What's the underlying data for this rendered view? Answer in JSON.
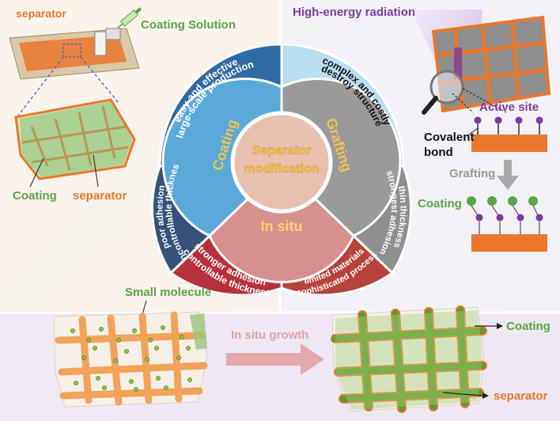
{
  "center": {
    "line1": "Separator",
    "line2": "modification"
  },
  "inner": {
    "coating": "Coating",
    "grafting": "Grafting",
    "insitu": "In situ"
  },
  "outer": {
    "coating_top": {
      "line1": "easy and effective",
      "line2": "large-scale production"
    },
    "coating_side": {
      "line1": "poor adhesion",
      "line2": "uncontrollable thickness"
    },
    "grafting_top": {
      "line1": "complex and costly",
      "line2": "destroy structure"
    },
    "grafting_side": {
      "line1": "strongest adhesion",
      "line2": "thin thickness"
    },
    "insitu_left": {
      "line1": "stronger adhesion",
      "line2": "controllable thickness"
    },
    "insitu_right": {
      "line1": "limited materials",
      "line2": "sophisticated process"
    }
  },
  "top_left": {
    "separator": "separator",
    "coating_solution": "Coating Solution",
    "coating": "Coating",
    "separator_bottom": "separator"
  },
  "top_right": {
    "radiation": "High-energy radiation",
    "active_site": "Active site",
    "covalent": "Covalent",
    "bond": "bond",
    "grafting": "Grafting",
    "coating": "Coating"
  },
  "bottom": {
    "small_molecule": "Small molecule",
    "in_situ_growth": "In situ growth",
    "coating": "Coating",
    "separator": "separator"
  },
  "colors": {
    "coating_inner": "#5ba9d9",
    "coating_outer": "#2e6aa4",
    "coating_outer_dark": "#35527a",
    "grafting_inner": "#9a9a9a",
    "grafting_outer_top": "#b9dff0",
    "grafting_outer_side": "#8f8f8f",
    "insitu_inner": "#d6918e",
    "insitu_outer_left": "#b7303c",
    "insitu_outer_right": "#b7423a",
    "center": "#e8c0b0",
    "label_gold": "#f3c44a",
    "green": "#5aa645",
    "orange": "#e9772b",
    "purple": "#7b3aa0"
  }
}
